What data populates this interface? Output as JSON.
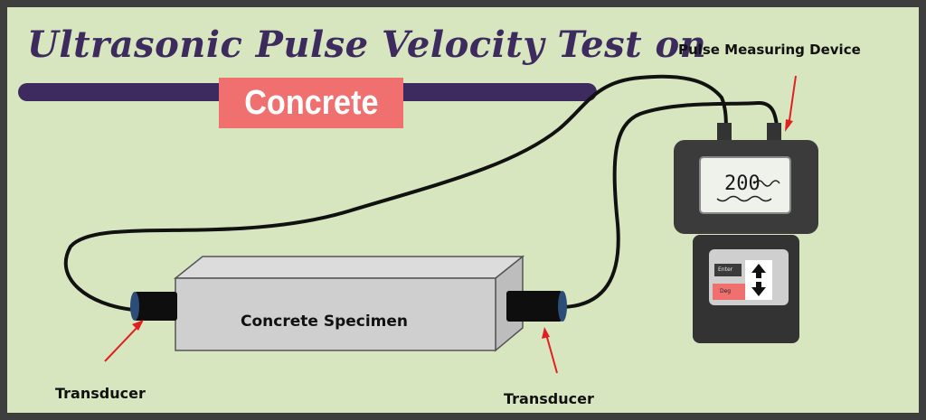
{
  "title": "Ultrasonic Pulse Velocity Test on",
  "subtitle": "Concrete",
  "labels": {
    "device": "Pulse Measuring Device",
    "specimen": "Concrete Specimen",
    "transducer_left": "Transducer",
    "transducer_right": "Transducer"
  },
  "device": {
    "display_reading": "200",
    "key_enter": "Enter",
    "key_deg": "Deg"
  },
  "colors": {
    "background": "#d8e6c0",
    "frame": "#3e3e3e",
    "title": "#3d2a5e",
    "banner": "#3d2a5e",
    "subtitle_box": "#f07070",
    "arrow": "#e02020",
    "specimen_face": "#cfcfcf"
  },
  "icons": [
    "arrow-up-icon",
    "arrow-down-icon"
  ]
}
